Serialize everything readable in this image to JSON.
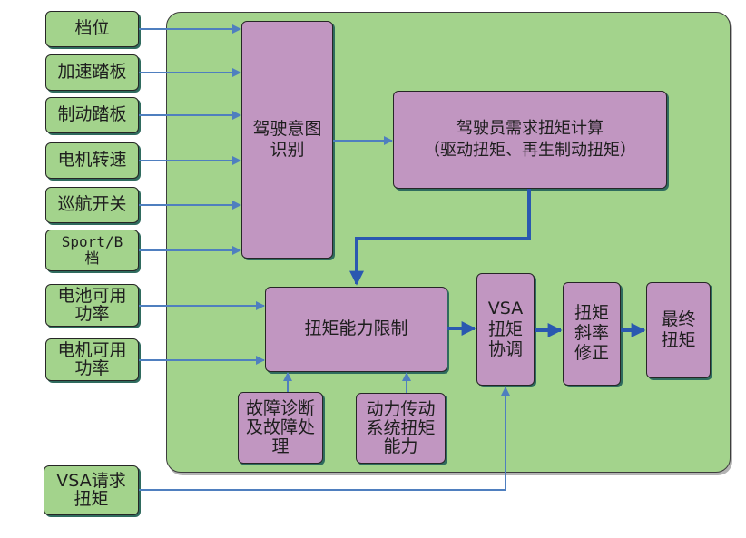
{
  "colors": {
    "container_fill": "#a3d38c",
    "input_fill": "#a3d38c",
    "process_fill": "#c196c1",
    "arrow_thin": "#4f7fbf",
    "arrow_thick": "#2a58b0",
    "border": "#262626"
  },
  "inputs": [
    {
      "id": "gear",
      "label": "档位"
    },
    {
      "id": "accel-pedal",
      "label": "加速踏板"
    },
    {
      "id": "brake-pedal",
      "label": "制动踏板"
    },
    {
      "id": "motor-speed",
      "label": "电机转速"
    },
    {
      "id": "cruise-switch",
      "label": "巡航开关"
    },
    {
      "id": "sport-b-gear",
      "label": "Sport/B\n档"
    },
    {
      "id": "battery-power",
      "label": "电池可用\n功率"
    },
    {
      "id": "motor-power",
      "label": "电机可用\n功率"
    },
    {
      "id": "vsa-request",
      "label": "VSA请求\n扭矩"
    }
  ],
  "blocks": {
    "intent": {
      "label": "驾驶意图\n识别"
    },
    "demand": {
      "label": "驾驶员需求扭矩计算\n（驱动扭矩、再生制动扭矩）"
    },
    "limit": {
      "label": "扭矩能力限制"
    },
    "vsa_coord": {
      "label": "VSA\n扭矩\n协调"
    },
    "slope": {
      "label": "扭矩\n斜率\n修正"
    },
    "final": {
      "label": "最终\n扭矩"
    },
    "fault": {
      "label": "故障诊断\n及故障处\n理"
    },
    "drivetrain": {
      "label": "动力传动\n系统扭矩\n能力"
    }
  },
  "connections": [
    {
      "from": "gear",
      "to": "intent"
    },
    {
      "from": "accel-pedal",
      "to": "intent"
    },
    {
      "from": "brake-pedal",
      "to": "intent"
    },
    {
      "from": "motor-speed",
      "to": "intent"
    },
    {
      "from": "cruise-switch",
      "to": "intent"
    },
    {
      "from": "sport-b-gear",
      "to": "intent"
    },
    {
      "from": "intent",
      "to": "demand"
    },
    {
      "from": "demand",
      "to": "limit"
    },
    {
      "from": "battery-power",
      "to": "limit"
    },
    {
      "from": "motor-power",
      "to": "limit"
    },
    {
      "from": "fault",
      "to": "limit"
    },
    {
      "from": "drivetrain",
      "to": "limit"
    },
    {
      "from": "limit",
      "to": "vsa_coord"
    },
    {
      "from": "vsa-request",
      "to": "vsa_coord"
    },
    {
      "from": "vsa_coord",
      "to": "slope"
    },
    {
      "from": "slope",
      "to": "final"
    }
  ]
}
